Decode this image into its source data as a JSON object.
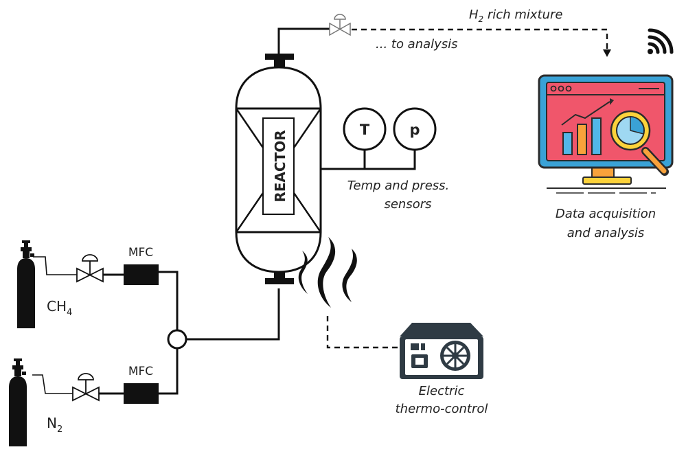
{
  "labels": {
    "reactor": "REACTOR",
    "temp_sensor": "T",
    "press_sensor": "p",
    "sensors_line1": "Temp and press.",
    "sensors_line2": "sensors",
    "h2_prefix": "H",
    "h2_sub": "2",
    "h2_suffix": " rich mixture",
    "to_analysis": "... to analysis",
    "daq_line1": "Data acquisition",
    "daq_line2": "and analysis",
    "thermo_line1": "Electric",
    "thermo_line2": "thermo-control",
    "mfc_top": "MFC",
    "mfc_bottom": "MFC",
    "gas_ch4_main": "CH",
    "gas_ch4_sub": "4",
    "gas_n2_main": "N",
    "gas_n2_sub": "2"
  },
  "icons": {
    "wifi": "wifi-icon",
    "monitor": "monitor-analytics-icon",
    "power_supply": "power-supply-icon",
    "heat": "heat-flames-icon",
    "cylinder": "gas-cylinder-icon",
    "valve": "needle-valve-icon"
  },
  "colors": {
    "line": "#111111",
    "monitor_frame": "#3aa2d6",
    "monitor_screen": "#f0566b",
    "bar_blue": "#52b7e8",
    "bar_orange": "#f8a23b",
    "bar_yellow": "#fcd23b",
    "stand": "#f8a23b",
    "psu_body": "#2f3b44"
  }
}
